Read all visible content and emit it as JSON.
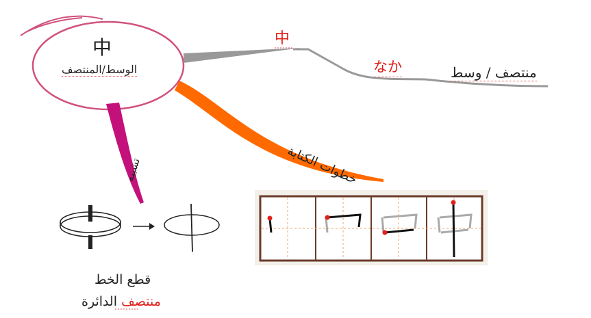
{
  "center": {
    "kanji": "中",
    "meaning": "الوسط/المنتصف"
  },
  "reading": {
    "kanji": "中",
    "kana": "なか",
    "meaning": "منتصف / وسط"
  },
  "branches": {
    "stroke_order_label": "خطوات الكتابة",
    "analogy_label": "تشبيه"
  },
  "analogy": {
    "caption_line1": "قطع الخط",
    "caption_line2_red": "منتصف",
    "caption_line2_rest": " الدائرة"
  },
  "stroke_order": {
    "panels": 4
  },
  "colors": {
    "ellipse_border": "#d0527c",
    "gray_branch": "#999999",
    "orange_branch": "#ff6a00",
    "magenta_branch": "#c4107a",
    "accent_red": "#e0201a",
    "grid_frame": "#6b3b2a"
  },
  "icons": {
    "coin_before": "coin-with-vertical-stick-icon",
    "arrow": "right-arrow-icon",
    "coin_after": "circle-cut-by-line-icon"
  }
}
